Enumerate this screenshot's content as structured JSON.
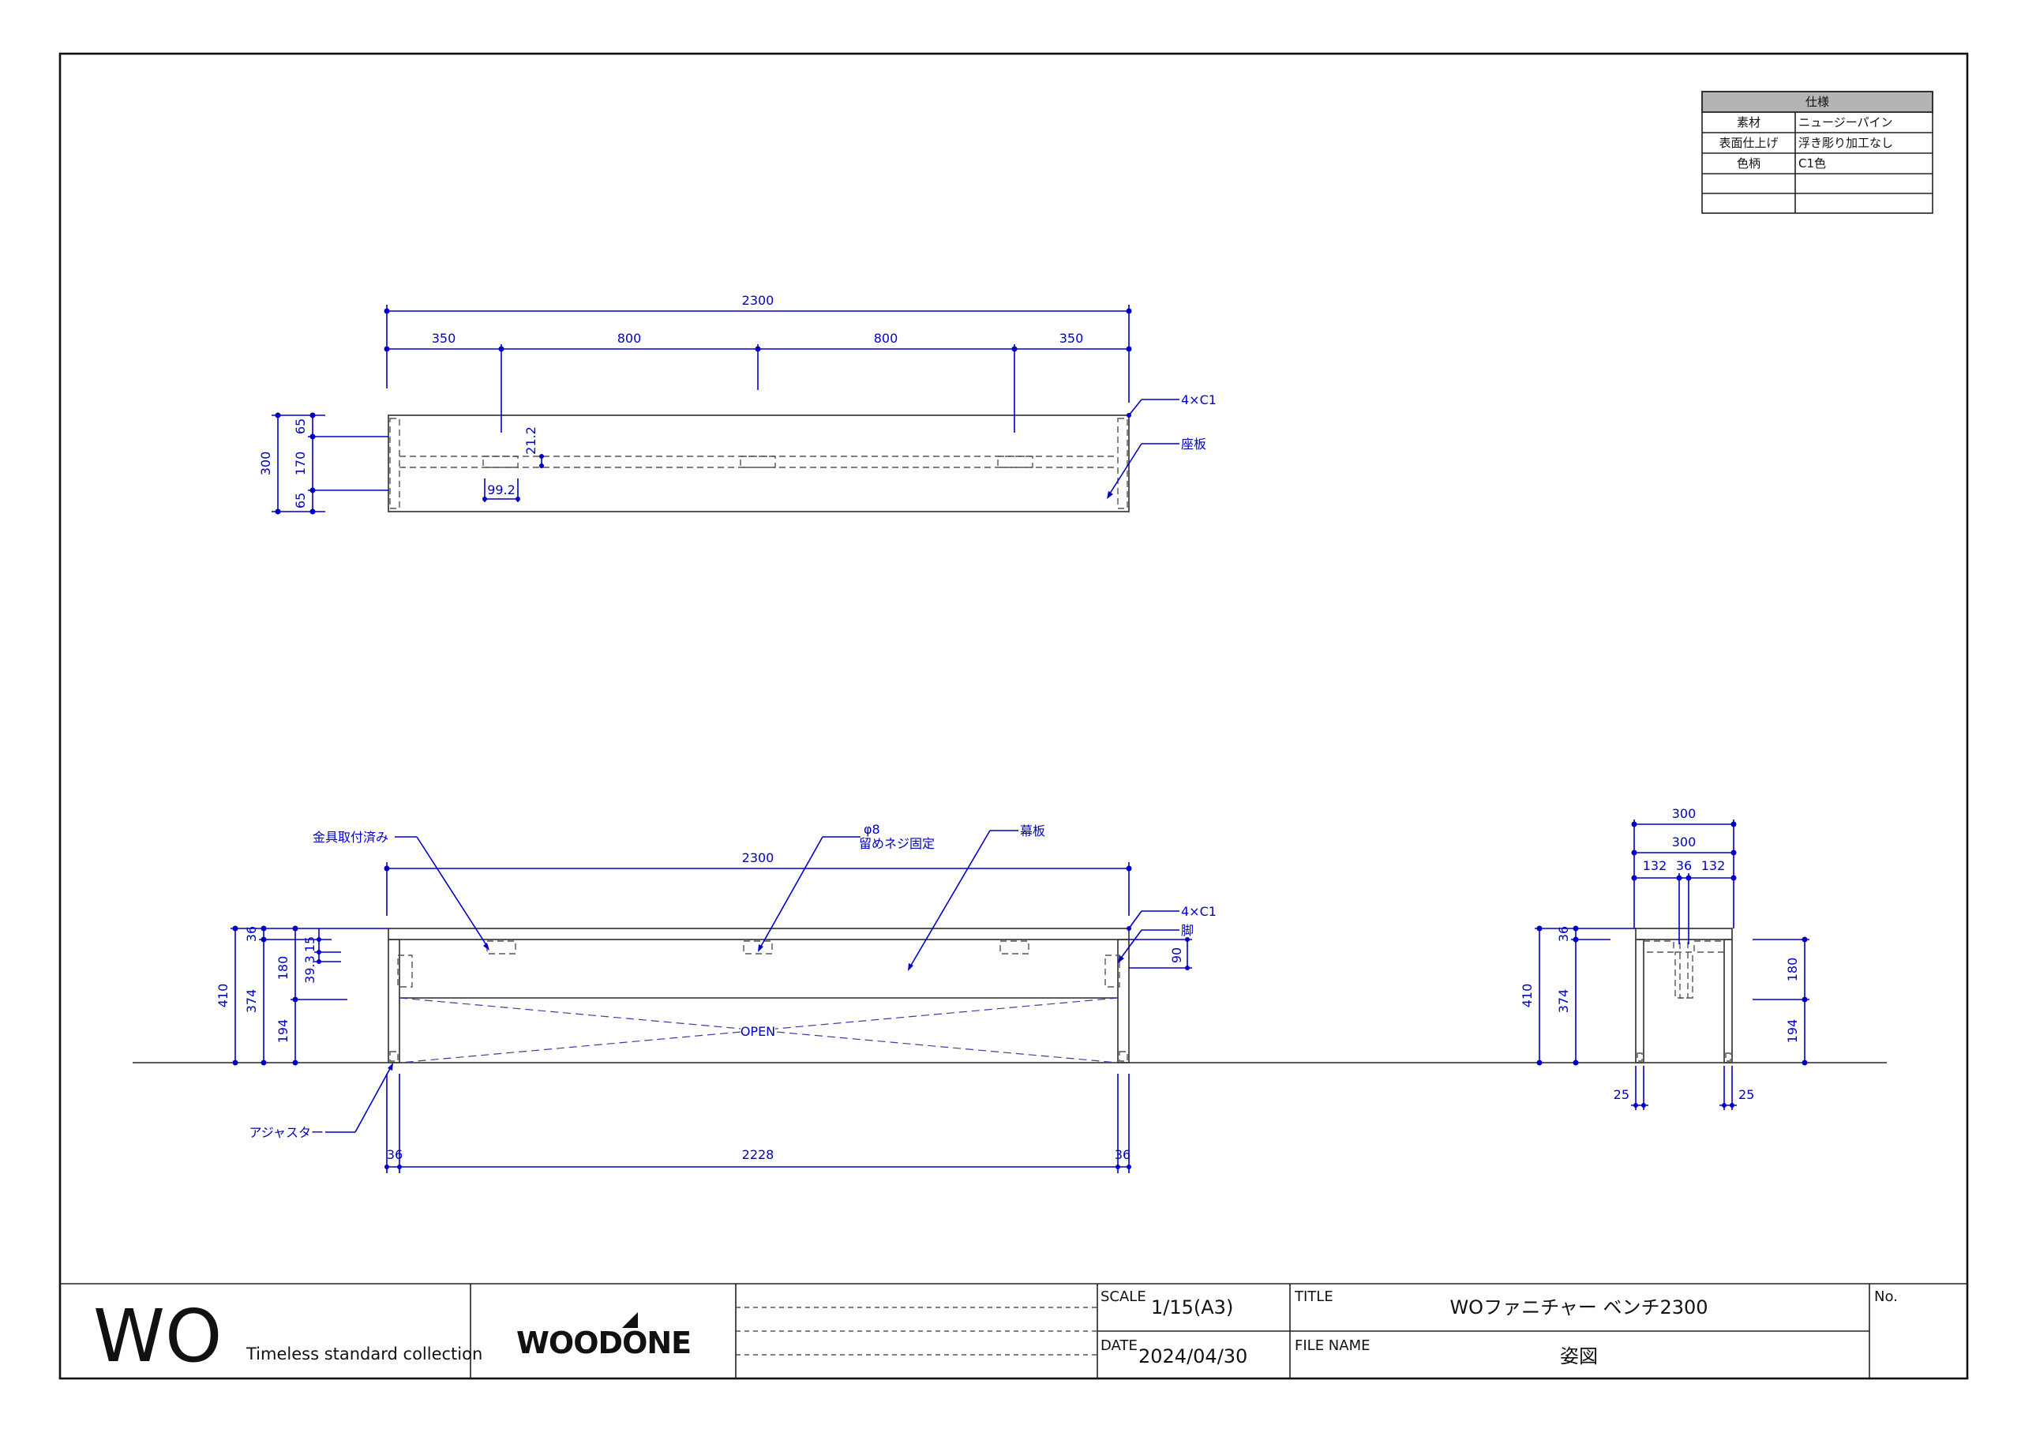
{
  "spec_table": {
    "header": "仕様",
    "rows": [
      {
        "label": "素材",
        "value": "ニュージーパイン"
      },
      {
        "label": "表面仕上げ",
        "value": "浮き彫り加工なし"
      },
      {
        "label": "色柄",
        "value": "C1色"
      },
      {
        "label": "",
        "value": ""
      },
      {
        "label": "",
        "value": ""
      }
    ]
  },
  "top_view": {
    "overall": "2300",
    "segments": [
      "350",
      "800",
      "800",
      "350"
    ],
    "depth": "300",
    "depth_parts": [
      "65",
      "170",
      "65"
    ],
    "small_v": "21.2",
    "small_h": "99.2",
    "chamfer": "4×C1",
    "seat_label": "座板"
  },
  "front_view": {
    "overall": "2300",
    "fitting_label": "金具取付済み",
    "screw_label_1": "φ8",
    "screw_label_2": "留めネジ固定",
    "apron_label": "幕板",
    "chamfer": "4×C1",
    "leg_label": "脚",
    "open_label": "OPEN",
    "adjuster_label": "アジャスター",
    "h_total": "410",
    "h_374": "374",
    "h_36": "36",
    "h_180": "180",
    "h_194": "194",
    "h_15": "15",
    "h_39": "39.3",
    "h_90": "90",
    "bottom_left": "36",
    "bottom_mid": "2228",
    "bottom_right": "36"
  },
  "side_view": {
    "w_outer": "300",
    "w_inner": "300",
    "w_left": "132",
    "w_mid": "36",
    "w_right": "132",
    "h_total": "410",
    "h_374": "374",
    "h_36": "36",
    "h_180": "180",
    "h_194": "194",
    "foot_left": "25",
    "foot_right": "25"
  },
  "title_block": {
    "brand_wo": "WO",
    "tagline": "Timeless standard collection",
    "logo_text": "WOODONE",
    "scale_label": "SCALE",
    "scale_value": "1/15(A3)",
    "date_label": "DATE",
    "date_value": "2024/04/30",
    "title_label": "TITLE",
    "title_value": "WOファニチャー ベンチ2300",
    "file_label": "FILE NAME",
    "file_value": "姿図",
    "no_label": "No."
  }
}
